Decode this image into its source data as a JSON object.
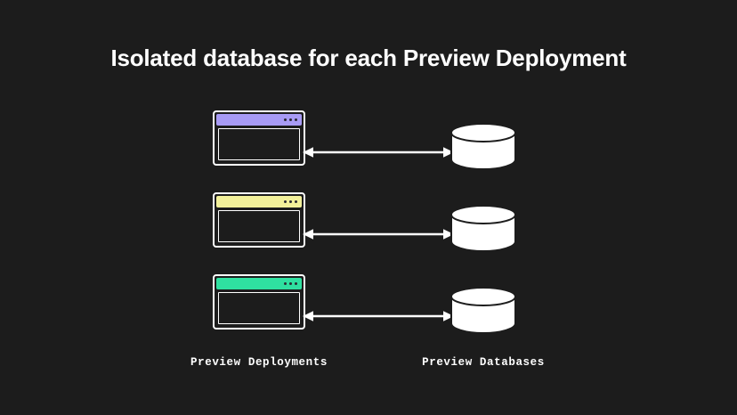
{
  "slide": {
    "background_color": "#1c1c1c",
    "title": "Isolated database for each Preview Deployment"
  },
  "diagram": {
    "type": "relationship",
    "left_column": {
      "caption": "Preview Deployments",
      "items": [
        {
          "id": "deployment-1",
          "titlebar_color": "#a89bf5",
          "dots": 3
        },
        {
          "id": "deployment-2",
          "titlebar_color": "#f2f09a",
          "dots": 3
        },
        {
          "id": "deployment-3",
          "titlebar_color": "#2fe0a0",
          "dots": 3
        }
      ]
    },
    "right_column": {
      "caption": "Preview Databases",
      "items": [
        {
          "id": "database-1",
          "color": "#ffffff"
        },
        {
          "id": "database-2",
          "color": "#ffffff"
        },
        {
          "id": "database-3",
          "color": "#ffffff"
        }
      ]
    },
    "connectors": [
      {
        "id": "connector-1",
        "style": "double-headed-arrow",
        "color": "#ffffff"
      },
      {
        "id": "connector-2",
        "style": "double-headed-arrow",
        "color": "#ffffff"
      },
      {
        "id": "connector-3",
        "style": "double-headed-arrow",
        "color": "#ffffff"
      }
    ]
  }
}
